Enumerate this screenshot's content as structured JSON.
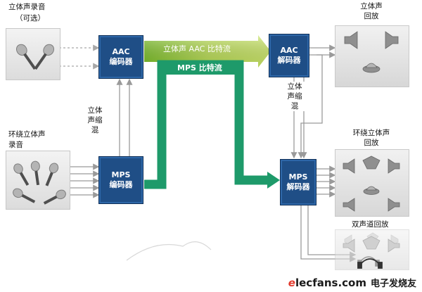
{
  "labels": {
    "stereo_recording": "立体声录音",
    "optional": "（可选）",
    "surround_recording_line1": "环绕立体声",
    "surround_recording_line2": "录音",
    "downmix_left": [
      "立体",
      "声缩",
      "混"
    ],
    "downmix_right": [
      "立体",
      "声缩",
      "混"
    ],
    "stereo_playback_line1": "立体声",
    "stereo_playback_line2": "回放",
    "surround_playback_line1": "环绕立体声",
    "surround_playback_line2": "回放",
    "binaural_playback": "双声道回放"
  },
  "boxes": {
    "aac_encoder": [
      "AAC",
      "编码器"
    ],
    "mps_encoder": [
      "MPS",
      "编码器"
    ],
    "aac_decoder": [
      "AAC",
      "解码器"
    ],
    "mps_decoder": [
      "MPS",
      "解码器"
    ]
  },
  "streams": {
    "aac_bitstream": "立体声 AAC 比特流",
    "mps_bitstream": "MPS 比特流"
  },
  "colors": {
    "box_blue": "#1f4e86",
    "aac_stream_green": "#9acd32",
    "mps_stream_green": "#1e9a6a",
    "arrow_gray": "#9a9a9a"
  },
  "watermark": {
    "site_e": "e",
    "site_rest": "lecfans.com",
    "cn": "电子发烧友"
  }
}
